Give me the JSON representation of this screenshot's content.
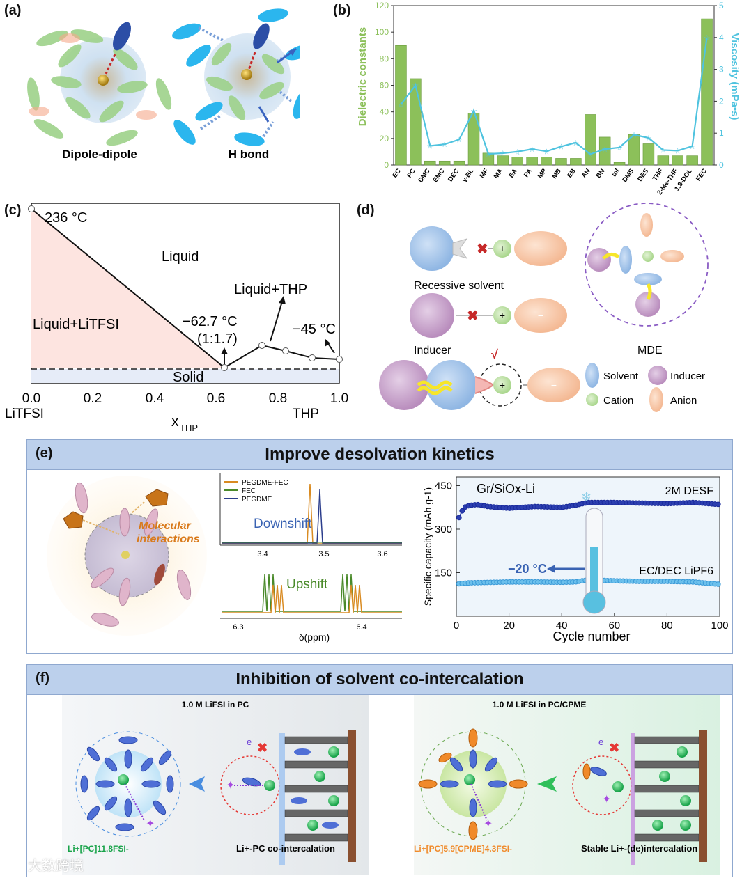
{
  "panel_a": {
    "label": "(a)",
    "dipole_label": "Dipole-dipole",
    "hbond_label": "H bond"
  },
  "panel_b": {
    "label": "(b)",
    "ylabel_left": "Dielectric constants",
    "ylabel_right": "Viscosity (mPa•s)",
    "left_ticks": [
      "0",
      "20",
      "40",
      "60",
      "80",
      "100",
      "120"
    ],
    "right_ticks": [
      "0",
      "1",
      "2",
      "3",
      "4",
      "5"
    ]
  },
  "chart_data": [
    {
      "type": "bar",
      "categories": [
        "EC",
        "PC",
        "DMC",
        "EMC",
        "DEC",
        "γ-BL",
        "MF",
        "MA",
        "EA",
        "PA",
        "MP",
        "MB",
        "EB",
        "AN",
        "BN",
        "tol",
        "DMS",
        "DES",
        "THF",
        "2-Me-THF",
        "1,3-DOL",
        "FEC"
      ],
      "series": [
        {
          "name": "Dielectric constants",
          "axis": "left",
          "values": [
            90,
            65,
            3,
            3,
            3,
            39,
            9,
            7,
            6,
            6,
            6,
            5,
            5,
            38,
            21,
            2,
            23,
            16,
            7,
            7,
            7,
            110
          ]
        },
        {
          "name": "Viscosity (mPa•s)",
          "axis": "right",
          "type": "line",
          "values": [
            1.9,
            2.5,
            0.6,
            0.65,
            0.8,
            1.7,
            0.35,
            0.37,
            0.42,
            0.5,
            0.43,
            0.58,
            0.7,
            0.34,
            0.5,
            0.55,
            0.95,
            0.85,
            0.47,
            0.45,
            0.59,
            4.0
          ]
        }
      ],
      "ylabel": "Dielectric constants",
      "y2label": "Viscosity (mPa•s)",
      "ylim": [
        0,
        120
      ],
      "y2lim": [
        0,
        5
      ],
      "colors": {
        "bar": "#8cc05a",
        "line": "#4fc3df"
      }
    },
    {
      "type": "line",
      "title": "",
      "xlabel": "XTHP",
      "x_ticks": [
        "0.0",
        "0.2",
        "0.4",
        "0.6",
        "0.8",
        "1.0"
      ],
      "xlim": [
        0,
        1
      ],
      "series": [
        {
          "name": "liquidus-left",
          "x": [
            0.0,
            0.63
          ],
          "y": [
            236,
            -62.7
          ]
        },
        {
          "name": "liquidus-right",
          "x": [
            0.63,
            0.75,
            0.82,
            0.91,
            1.0
          ],
          "y": [
            -62.7,
            -35,
            -40,
            -43,
            -45
          ]
        }
      ]
    },
    {
      "type": "line",
      "xlabel": "Cycle number",
      "ylabel": "Specific capacity (mAh g-1)",
      "x_ticks": [
        "0",
        "20",
        "40",
        "60",
        "80",
        "100"
      ],
      "y_ticks": [
        "150",
        "300",
        "450"
      ],
      "xlim": [
        0,
        100
      ],
      "ylim": [
        0,
        480
      ],
      "series": [
        {
          "name": "2M DESF",
          "x": [
            1,
            2,
            3,
            5,
            8,
            12,
            20,
            30,
            40,
            45,
            50,
            60,
            70,
            80,
            90,
            100
          ],
          "y": [
            340,
            360,
            375,
            382,
            385,
            378,
            372,
            378,
            375,
            382,
            392,
            392,
            390,
            388,
            392,
            385
          ]
        },
        {
          "name": "EC/DEC LiPF6",
          "x": [
            1,
            5,
            10,
            20,
            30,
            40,
            45,
            50,
            60,
            70,
            80,
            90,
            100
          ],
          "y": [
            112,
            115,
            116,
            118,
            118,
            117,
            118,
            125,
            122,
            120,
            120,
            118,
            110
          ]
        }
      ],
      "colors": {
        "desf": "#1a2a9c",
        "ecdec": "#3a9ad8"
      }
    }
  ],
  "panel_c": {
    "label": "(c)",
    "t_236": "236 °C",
    "liquid": "Liquid",
    "liquid_thp": "Liquid+THP",
    "liquid_litfsi": "Liquid+LiTFSI",
    "eutectic_temp": "−62.7 °C",
    "eutectic_ratio": "(1:1.7)",
    "t_45": "−45 °C",
    "solid": "Solid",
    "left_comp": "LiTFSI",
    "right_comp": "THP",
    "xlabel_main": "x",
    "xlabel_sub": "THP"
  },
  "panel_d": {
    "label": "(d)",
    "recessive": "Recessive solvent",
    "inducer": "Inducer",
    "mde": "MDE",
    "check": "√",
    "legend": [
      "Solvent",
      "Inducer",
      "Cation",
      "Anion"
    ],
    "plus": "+",
    "minus": "−"
  },
  "panel_e": {
    "label": "(e)",
    "title": "Improve desolvation kinetics",
    "molecular": "Molecular",
    "interactions": "interactions",
    "nmr_legend": [
      "PEGDME-FEC",
      "FEC",
      "PEGDME"
    ],
    "downshift": "Downshift",
    "upshift": "Upshift",
    "top_ticks": [
      "3.4",
      "3.5",
      "3.6"
    ],
    "bottom_ticks": [
      "6.3",
      "6.4"
    ],
    "delta_label": "δ(ppm)",
    "chart_title": "Gr/SiOx-Li",
    "desf_label": "2M DESF",
    "ecdec_label": "EC/DEC LiPF6",
    "temp_label": "−20 °C"
  },
  "panel_f": {
    "label": "(f)",
    "title": "Inhibition of solvent co-intercalation",
    "left_title": "1.0 M LiFSI in PC",
    "right_title": "1.0 M LiFSI in PC/CPME",
    "left_caption": "Li+-PC co-intercalation",
    "right_caption": "Stable Li+-(de)intercalation",
    "left_formula": "Li+[PC]11.8FSI-",
    "right_formula": "Li+[PC]5.9[CPME]4.3FSI-"
  },
  "watermark": "大数跨境"
}
